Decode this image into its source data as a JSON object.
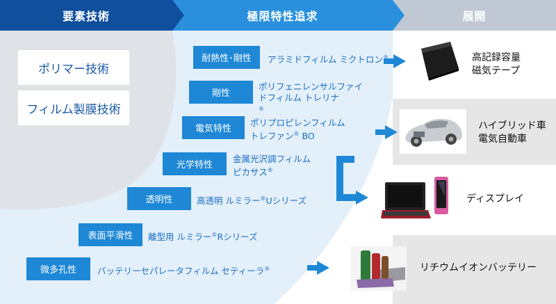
{
  "headers": {
    "elements": "要素技術",
    "properties": "極限特性追求",
    "applications": "展開"
  },
  "technologies": [
    "ポリマー技術",
    "フィルム製膜技術"
  ],
  "properties": [
    {
      "label": "耐熱性･剛性",
      "products": [
        "アラミドフィルム ミクトロン"
      ],
      "registered": true
    },
    {
      "label": "剛性",
      "products": [
        "ポリフェニレンサルファイドフィルム トレリナ"
      ],
      "registered": true
    },
    {
      "label": "電気特性",
      "products": [
        "ポリプロピレンフィルム",
        "トレファン"
      ],
      "registered": true,
      "suffix": " BO"
    },
    {
      "label": "光学特性",
      "products": [
        "金属光沢調フィルム",
        "ピカサス"
      ],
      "registered": true
    },
    {
      "label": "透明性",
      "products": [
        "高透明 ルミラー"
      ],
      "registered": true,
      "suffix": "Uシリーズ"
    },
    {
      "label": "表面平滑性",
      "products": [
        "離型用 ルミラー"
      ],
      "registered": true,
      "suffix": "Rシリーズ"
    },
    {
      "label": "微多孔性",
      "products": [
        "バッテリーセパレータフィルム セティーラ"
      ],
      "registered": true
    }
  ],
  "applications": [
    {
      "lines": [
        "高記録容量",
        "磁気テープ"
      ],
      "icon": "magnetic-tape-cartridge-icon"
    },
    {
      "lines": [
        "ハイブリッド車",
        "電気自動車"
      ],
      "icon": "hybrid-car-icon"
    },
    {
      "lines": [
        "ディスプレイ"
      ],
      "icon": "display-devices-icon"
    },
    {
      "lines": [
        "リチウムイオンバッテリー"
      ],
      "icon": "lithium-battery-icon"
    }
  ],
  "registered_mark": "®",
  "colors": {
    "dark_blue": "#0f4f9c",
    "mid_blue": "#2a90de",
    "arrow_blue": "#1e88d6",
    "light_blue": "#dceefa",
    "gray": "#dfe3e8",
    "application_header": "#bfc8d3"
  }
}
